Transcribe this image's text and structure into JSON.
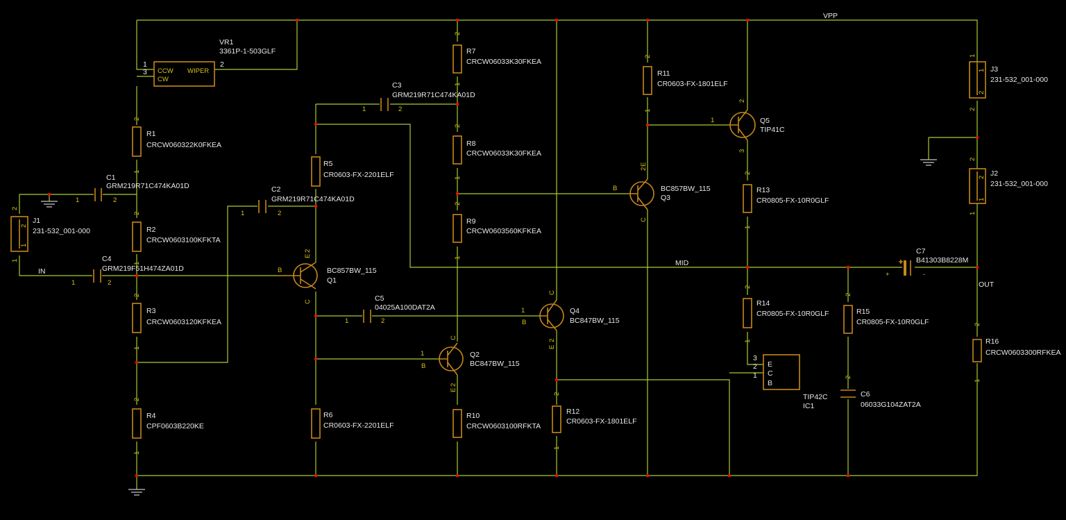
{
  "nets": {
    "vpp": "VPP",
    "mid": "MID",
    "in": "IN",
    "out": "OUT",
    "plus": "+",
    "minus": "-"
  },
  "components": {
    "VR1": {
      "ref": "VR1",
      "value": "3361P-1-503GLF",
      "ccw": "CCW",
      "cw": "CW",
      "wiper": "WIPER",
      "p1": "1",
      "p2": "2",
      "p3": "3"
    },
    "R1": {
      "ref": "R1",
      "value": "CRCW060322K0FKEA",
      "p1": "1",
      "p2": "2"
    },
    "R2": {
      "ref": "R2",
      "value": "CRCW0603100KFKTA",
      "p1": "1",
      "p2": "2"
    },
    "R3": {
      "ref": "R3",
      "value": "CRCW0603120KFKEA",
      "p1": "1",
      "p2": "2"
    },
    "R4": {
      "ref": "R4",
      "value": "CPF0603B220KE",
      "p1": "1",
      "p2": "2"
    },
    "R5": {
      "ref": "R5",
      "value": "CR0603-FX-2201ELF"
    },
    "R6": {
      "ref": "R6",
      "value": "CR0603-FX-2201ELF"
    },
    "R7": {
      "ref": "R7",
      "value": "CRCW06033K30FKEA",
      "p1": "1",
      "p2": "2"
    },
    "R8": {
      "ref": "R8",
      "value": "CRCW06033K30FKEA",
      "p1": "1",
      "p2": "2"
    },
    "R9": {
      "ref": "R9",
      "value": "CRCW0603560KFKEA",
      "p1": "1",
      "p2": "2"
    },
    "R10": {
      "ref": "R10",
      "value": "CRCW0603100RFKTA"
    },
    "R11": {
      "ref": "R11",
      "value": "CR0603-FX-1801ELF",
      "p1": "1",
      "p2": "2"
    },
    "R12": {
      "ref": "R12",
      "value": "CR0603-FX-1801ELF",
      "p1": "1",
      "p2": "2"
    },
    "R13": {
      "ref": "R13",
      "value": "CR0805-FX-10R0GLF",
      "p1": "1",
      "p2": "2"
    },
    "R14": {
      "ref": "R14",
      "value": "CR0805-FX-10R0GLF",
      "p1": "1",
      "p2": "2"
    },
    "R15": {
      "ref": "R15",
      "value": "CR0805-FX-10R0GLF",
      "p2": "2"
    },
    "R16": {
      "ref": "R16",
      "value": "CRCW0603300RFKEA",
      "p1": "1",
      "p2": "2"
    },
    "C1": {
      "ref": "C1",
      "value": "GRM219R71C474KA01D",
      "p1": "1",
      "p2": "2"
    },
    "C2": {
      "ref": "C2",
      "value": "GRM219R71C474KA01D",
      "p1": "1",
      "p2": "2"
    },
    "C3": {
      "ref": "C3",
      "value": "GRM219R71C474KA01D",
      "p1": "1",
      "p2": "2"
    },
    "C4": {
      "ref": "C4",
      "value": "GRM219F51H474ZA01D",
      "p1": "1",
      "p2": "2"
    },
    "C5": {
      "ref": "C5",
      "value": "04025A100DAT2A",
      "p1": "1",
      "p2": "2"
    },
    "C6": {
      "ref": "C6",
      "value": "06033G104ZAT2A",
      "p2": "2"
    },
    "C7": {
      "ref": "C7",
      "value": "B41303B8228M"
    },
    "Q1": {
      "ref": "Q1",
      "value": "BC857BW_115",
      "b": "B",
      "e": "E",
      "c": "C",
      "p2": "2"
    },
    "Q2": {
      "ref": "Q2",
      "value": "BC847BW_115",
      "b": "B",
      "e": "E",
      "c": "C",
      "p1": "1",
      "p2": "2"
    },
    "Q3": {
      "ref": "Q3",
      "value": "BC857BW_115",
      "b": "B",
      "e": "E",
      "c": "C",
      "p2": "2"
    },
    "Q4": {
      "ref": "Q4",
      "value": "BC847BW_115",
      "b": "B",
      "e": "E",
      "c": "C",
      "p1": "1",
      "p2": "2"
    },
    "Q5": {
      "ref": "Q5",
      "value": "TIP41C",
      "p1": "1",
      "p2": "2",
      "p3": "3"
    },
    "IC1": {
      "ref": "IC1",
      "value": "TIP42C",
      "e": "E",
      "c": "C",
      "b": "B",
      "p1": "1",
      "p2": "2",
      "p3": "3"
    },
    "J1": {
      "ref": "J1",
      "value": "231-532_001-000",
      "p1": "1",
      "p2": "2"
    },
    "J2": {
      "ref": "J2",
      "value": "231-532_001-000",
      "p1": "1",
      "p2": "2"
    },
    "J3": {
      "ref": "J3",
      "value": "231-532_001-000",
      "p1": "1",
      "p2": "2"
    }
  }
}
